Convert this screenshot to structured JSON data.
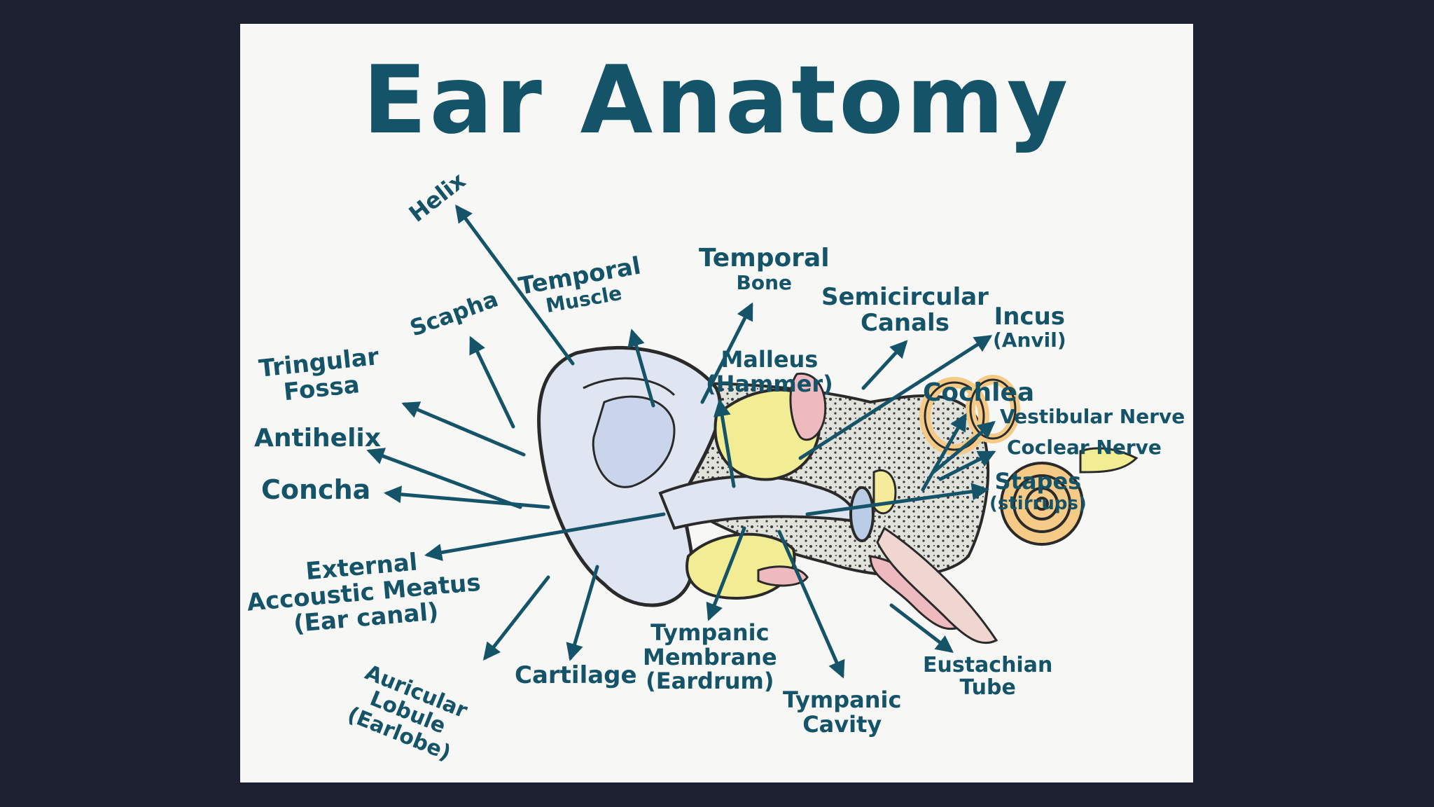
{
  "title": "Ear Anatomy",
  "colors": {
    "ink": "#155468",
    "canvas": "#f7f7f5",
    "backdrop": "#1d2030",
    "outer_ear": "#dfe6f2",
    "cartilage_yellow": "#f2ec94",
    "muscle_pink": "#efb9c0",
    "ossicle_orange": "#f5ca86",
    "bone_grey": "#dcdcd6"
  },
  "labels": {
    "helix": "Helix",
    "scapha": "Scapha",
    "temporal_muscle": [
      "Temporal",
      "Muscle"
    ],
    "temporal_bone": [
      "Temporal",
      "Bone"
    ],
    "semicircular_canals": [
      "Semicircular",
      "Canals"
    ],
    "incus": [
      "Incus",
      "(Anvil)"
    ],
    "malleus": [
      "Malleus",
      "(Hammer)"
    ],
    "triangular_fossa": [
      "Tringular",
      "Fossa"
    ],
    "antihelix": "Antihelix",
    "concha": "Concha",
    "cochlea": "Cochlea",
    "vestibular_nerve": "Vestibular Nerve",
    "cochlear_nerve": "Coclear Nerve",
    "stapes": [
      "Stapes",
      "(stirrups)"
    ],
    "external_acoustic_meatus": [
      "External",
      "Accoustic Meatus",
      "(Ear canal)"
    ],
    "auricular_lobule": [
      "Auricular",
      "Lobule",
      "(Earlobe)"
    ],
    "cartilage": "Cartilage",
    "tympanic_membrane": [
      "Tympanic",
      "Membrane",
      "(Eardrum)"
    ],
    "tympanic_cavity": [
      "Tympanic",
      "Cavity"
    ],
    "eustachian_tube": [
      "Eustachian",
      "Tube"
    ]
  }
}
